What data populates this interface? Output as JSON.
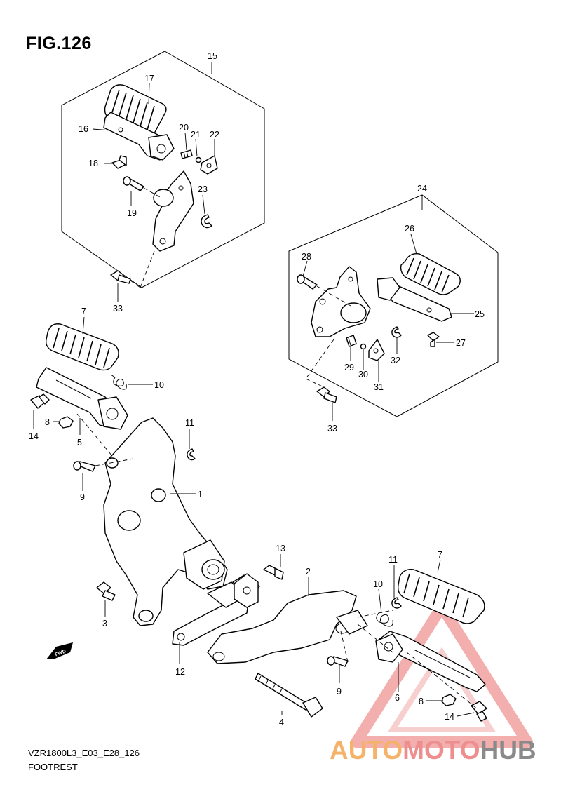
{
  "figure": {
    "title": "FIG.126",
    "model_code": "VZR1800L3_E03_E28_126",
    "section": "FOOTREST",
    "fwd_label": "FWD"
  },
  "callouts": {
    "c15": "15",
    "c17": "17",
    "c16": "16",
    "c20": "20",
    "c21": "21",
    "c22": "22",
    "c18": "18",
    "c19": "19",
    "c23": "23",
    "c33a": "33",
    "c24": "24",
    "c26": "26",
    "c28": "28",
    "c25": "25",
    "c27": "27",
    "c29": "29",
    "c30": "30",
    "c31": "31",
    "c32": "32",
    "c33b": "33",
    "c7a": "7",
    "c10a": "10",
    "c8a": "8",
    "c14a": "14",
    "c5": "5",
    "c11a": "11",
    "c9a": "9",
    "c1": "1",
    "c13": "13",
    "c2": "2",
    "c3": "3",
    "c12": "12",
    "c4": "4",
    "c9b": "9",
    "c10b": "10",
    "c11b": "11",
    "c7b": "7",
    "c6": "6",
    "c8b": "8",
    "c14b": "14"
  },
  "watermark": {
    "part1": "AUTO",
    "part2": "MOTO",
    "part3": "HUB",
    "color1": "#f5b26b",
    "color2": "#ee8f8f",
    "color3": "#8a8a8a"
  }
}
